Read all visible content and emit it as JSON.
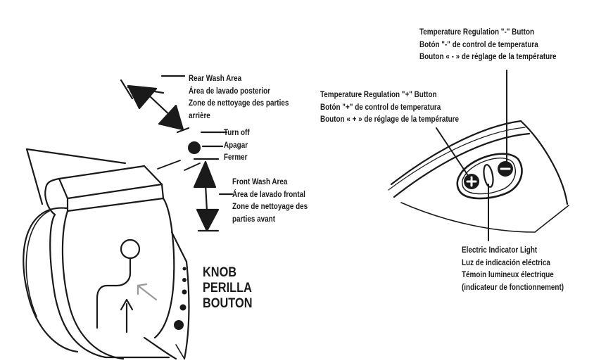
{
  "labels": {
    "rear_wash": [
      "Rear Wash Area",
      "Área de lavado posterior",
      "Zone de nettoyage des parties",
      "arrière"
    ],
    "turn_off": [
      "Turn off",
      "Apagar",
      "Fermer"
    ],
    "front_wash": [
      "Front Wash Area",
      "Área de lavado frontal",
      "Zone de nettoyage des",
      "parties avant"
    ],
    "knob": [
      "KNOB",
      "PERILLA",
      "BOUTON"
    ],
    "temp_minus": [
      "Temperature Regulation \"-\" Button",
      "Botón \"-\" de control de temperatura",
      "Bouton « - » de réglage de la température"
    ],
    "temp_plus": [
      "Temperature Regulation \"+\" Button",
      "Botón \"+\" de control de temperatura",
      "Bouton « + » de réglage de la température"
    ],
    "indicator": [
      "Electric Indicator Light",
      "Luz de indicación eléctrica",
      "Témoin lumineux électrique",
      "(indicateur de fonctionnement)"
    ]
  },
  "icons": [
    "wash-direction-symbol",
    "rotation-arrow-icon",
    "plus-button-icon",
    "minus-button-icon",
    "indicator-light-icon"
  ]
}
